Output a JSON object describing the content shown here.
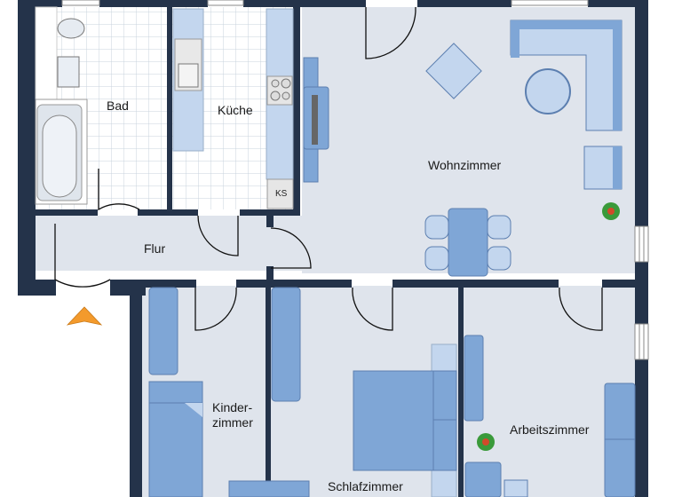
{
  "plan": {
    "type": "floor-plan",
    "rooms": {
      "bad": {
        "label": "Bad"
      },
      "kueche": {
        "label": "Küche"
      },
      "wohnzimmer": {
        "label": "Wohnzimmer"
      },
      "flur": {
        "label": "Flur"
      },
      "kinderzimmer": {
        "label_line1": "Kinder-",
        "label_line2": "zimmer"
      },
      "schlafzimmer": {
        "label": "Schlafzimmer"
      },
      "arbeitszimmer": {
        "label": "Arbeitszimmer"
      }
    },
    "fixtures": {
      "fridge": {
        "label": "KS"
      }
    },
    "entrance_marker": {
      "icon": "arrow-up-icon",
      "color": "#f39a2c"
    },
    "colors": {
      "wall": "#24334a",
      "floor": "#dfe4ec",
      "tile": "#ffffff",
      "furniture": "#7fa6d6",
      "furniture_light": "#c3d6ee",
      "plant": "#3a9a3a"
    }
  }
}
